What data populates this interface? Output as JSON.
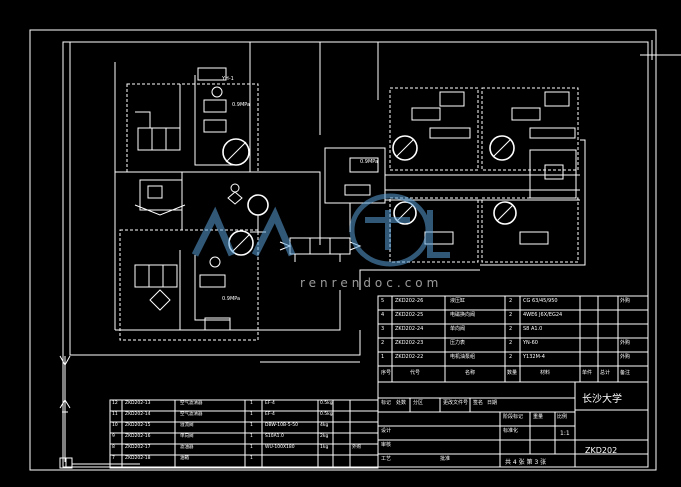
{
  "drawing": {
    "university": "长沙大学",
    "scale_value": "1:1",
    "drawing_number": "ZKD202",
    "sheet_info": "共 4 张  第 3 张"
  },
  "title_block": {
    "labels": [
      "标记",
      "处数",
      "分区",
      "更改文件号",
      "签名",
      "日期",
      "设计",
      "标准化",
      "阶段标记",
      "重量",
      "比例",
      "审核",
      "工艺",
      "批准"
    ]
  },
  "bom_top": {
    "headers": [
      "序号",
      "代号",
      "名称",
      "数量",
      "材料",
      "单件",
      "总计",
      "备注"
    ],
    "rows": [
      {
        "no": "5",
        "code": "ZKD202-26",
        "name": "液压缸",
        "qty": "2",
        "material": "CG 63/45/950",
        "remark": "外购"
      },
      {
        "no": "4",
        "code": "ZKD202-25",
        "name": "电磁换向阀",
        "qty": "2",
        "material": "4WE6 J6X/EG24",
        "remark": ""
      },
      {
        "no": "3",
        "code": "ZKD202-24",
        "name": "单向阀",
        "qty": "2",
        "material": "S8 A1.0",
        "remark": ""
      },
      {
        "no": "2",
        "code": "ZKD202-23",
        "name": "压力表",
        "qty": "2",
        "material": "YN-60",
        "remark": "外购"
      },
      {
        "no": "1",
        "code": "ZKD202-22",
        "name": "电机油泵组",
        "qty": "2",
        "material": "Y132M-4",
        "remark": "外购"
      }
    ]
  },
  "bom_bottom": {
    "rows": [
      {
        "no": "12",
        "code": "ZKD202-13",
        "name": "空气滤清器",
        "qty": "1",
        "material": "EF-4",
        "weight": "0.5kg",
        "remark": ""
      },
      {
        "no": "11",
        "code": "ZKD202-14",
        "name": "空气滤清器",
        "qty": "1",
        "material": "EF-4",
        "weight": "0.5kg",
        "remark": ""
      },
      {
        "no": "10",
        "code": "ZKD202-15",
        "name": "溢流阀",
        "qty": "1",
        "material": "DBW-10B-5-50",
        "weight": "4kg",
        "remark": ""
      },
      {
        "no": "9",
        "code": "ZKD202-16",
        "name": "单向阀",
        "qty": "1",
        "material": "S10A1.0",
        "weight": "2kg",
        "remark": ""
      },
      {
        "no": "8",
        "code": "ZKD202-17",
        "name": "滤油器",
        "qty": "1",
        "material": "WU-100X180",
        "weight": "1kg",
        "remark": "外购"
      },
      {
        "no": "7",
        "code": "ZKD202-18",
        "name": "油箱",
        "qty": "1",
        "material": "",
        "weight": "",
        "remark": ""
      }
    ]
  },
  "notes": {
    "watermark_text": "renrendoc.com"
  }
}
